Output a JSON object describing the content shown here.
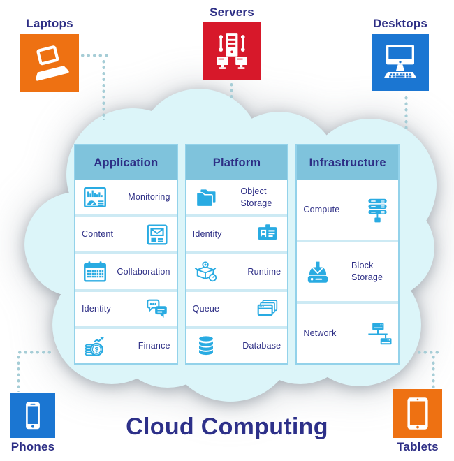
{
  "title": "Cloud Computing",
  "devices": {
    "laptops": {
      "label": "Laptops",
      "icon": "laptop-icon",
      "box_color": "#ee7112"
    },
    "servers": {
      "label": "Servers",
      "icon": "server-icon",
      "box_color": "#d7182a"
    },
    "desktops": {
      "label": "Desktops",
      "icon": "desktop-icon",
      "box_color": "#1b76d2"
    },
    "phones": {
      "label": "Phones",
      "icon": "phone-icon",
      "box_color": "#1b76d2"
    },
    "tablets": {
      "label": "Tablets",
      "icon": "tablet-icon",
      "box_color": "#ee7112"
    }
  },
  "columns": [
    {
      "header": "Application",
      "rows": [
        {
          "label": "Monitoring",
          "icon": "monitoring-icon",
          "icon_side": "left"
        },
        {
          "label": "Content",
          "icon": "news-content-icon",
          "icon_side": "right"
        },
        {
          "label": "Collaboration",
          "icon": "calendar-collaboration-icon",
          "icon_side": "left"
        },
        {
          "label": "Identity",
          "icon": "chat-identity-icon",
          "icon_side": "right"
        },
        {
          "label": "Finance",
          "icon": "finance-coins-icon",
          "icon_side": "left"
        }
      ]
    },
    {
      "header": "Platform",
      "rows": [
        {
          "label": "Object Storage",
          "icon": "folders-object-storage-icon",
          "icon_side": "left"
        },
        {
          "label": "Identity",
          "icon": "id-card-icon",
          "icon_side": "right"
        },
        {
          "label": "Runtime",
          "icon": "runtime-box-icon",
          "icon_side": "left"
        },
        {
          "label": "Queue",
          "icon": "queue-windows-icon",
          "icon_side": "right"
        },
        {
          "label": "Database",
          "icon": "database-icon",
          "icon_side": "left"
        }
      ]
    },
    {
      "header": "Infrastructure",
      "rows": [
        {
          "label": "Compute",
          "icon": "compute-servers-icon",
          "icon_side": "right"
        },
        {
          "label": "Block Storage",
          "icon": "block-storage-icon",
          "icon_side": "left"
        },
        {
          "label": "Network",
          "icon": "network-icon",
          "icon_side": "right"
        }
      ]
    }
  ],
  "colors": {
    "navy_text": "#2d2e85",
    "title_text": "#2d3089",
    "icon_blue": "#29abe2",
    "cloud_fill": "#dcf5f9",
    "panel_header_bg": "#7fc3dc",
    "panel_border": "#93d2ea",
    "row_gap": "#cdeaf4",
    "laptops_box": "#ee7112",
    "servers_box": "#d7182a",
    "desktops_box": "#1b76d2",
    "phones_box": "#1b76d2",
    "tablets_box": "#ee7112",
    "dotted_line": "#a6cdd6"
  }
}
